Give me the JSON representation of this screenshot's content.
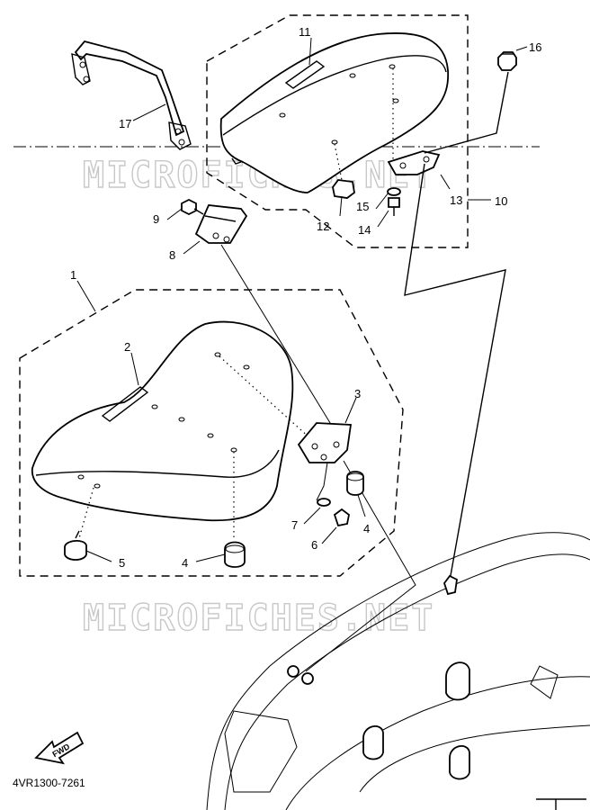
{
  "watermark": "MICROFICHES.NET",
  "diagram_code": "4VR1300-7261",
  "fwd_arrow": {
    "label": "FWD",
    "icon": "forward-arrow-icon"
  },
  "callouts": {
    "c1": "1",
    "c2": "2",
    "c3": "3",
    "c4a": "4",
    "c4b": "4",
    "c5": "5",
    "c6": "6",
    "c7": "7",
    "c8": "8",
    "c9": "9",
    "c10": "10",
    "c11": "11",
    "c12": "12",
    "c13": "13",
    "c14": "14",
    "c15": "15",
    "c16": "16",
    "c17": "17"
  }
}
